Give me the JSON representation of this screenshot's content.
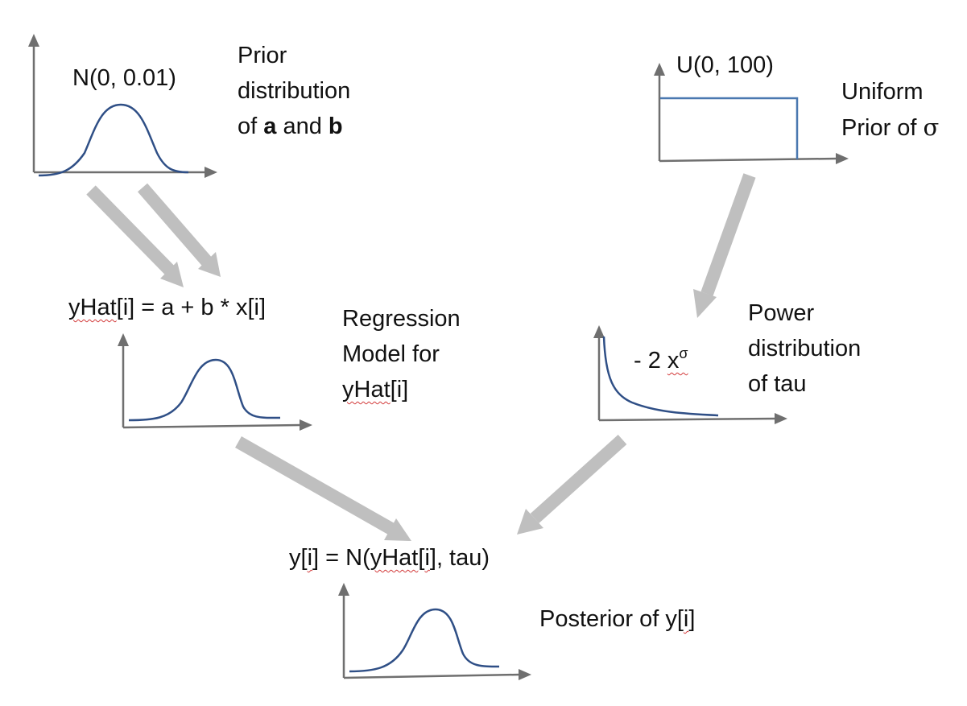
{
  "nodes": {
    "prior_ab": {
      "formula": "N(0, 0.01)",
      "label_line1": "Prior",
      "label_line2": "distribution",
      "label_line3_pre": "of ",
      "label_line3_a": "a",
      "label_line3_mid": " and ",
      "label_line3_b": "b"
    },
    "prior_sigma": {
      "formula": "U(0, 100)",
      "label_line1": "Uniform",
      "label_line2_pre": "Prior of ",
      "label_line2_sym": "σ"
    },
    "regression": {
      "formula_prefix": "yHat",
      "formula_rest": "[i] = a + b * x[i]",
      "label_line1": "Regression",
      "label_line2": "Model for",
      "label_line3_prefix": "yHat",
      "label_line3_rest": "[i]"
    },
    "power": {
      "formula_pre": "- 2 ",
      "formula_x": "x",
      "formula_sup": "σ",
      "label_line1": "Power",
      "label_line2": "distribution",
      "label_line3": "of tau"
    },
    "posterior": {
      "formula_pre": "y[",
      "formula_i": "i",
      "formula_mid": "] = N(",
      "formula_yhat": "yHat",
      "formula_bracket": "[",
      "formula_i2": "i",
      "formula_end": "], tau)",
      "label_pre": "Posterior of y[",
      "label_i": "i",
      "label_end": "]"
    }
  },
  "colors": {
    "axis": "#6f6f6f",
    "curve": "#2f4f86",
    "box": "#4a78b0",
    "flow_arrow": "#bfbfbf",
    "spellcheck": "#d23a3a"
  }
}
